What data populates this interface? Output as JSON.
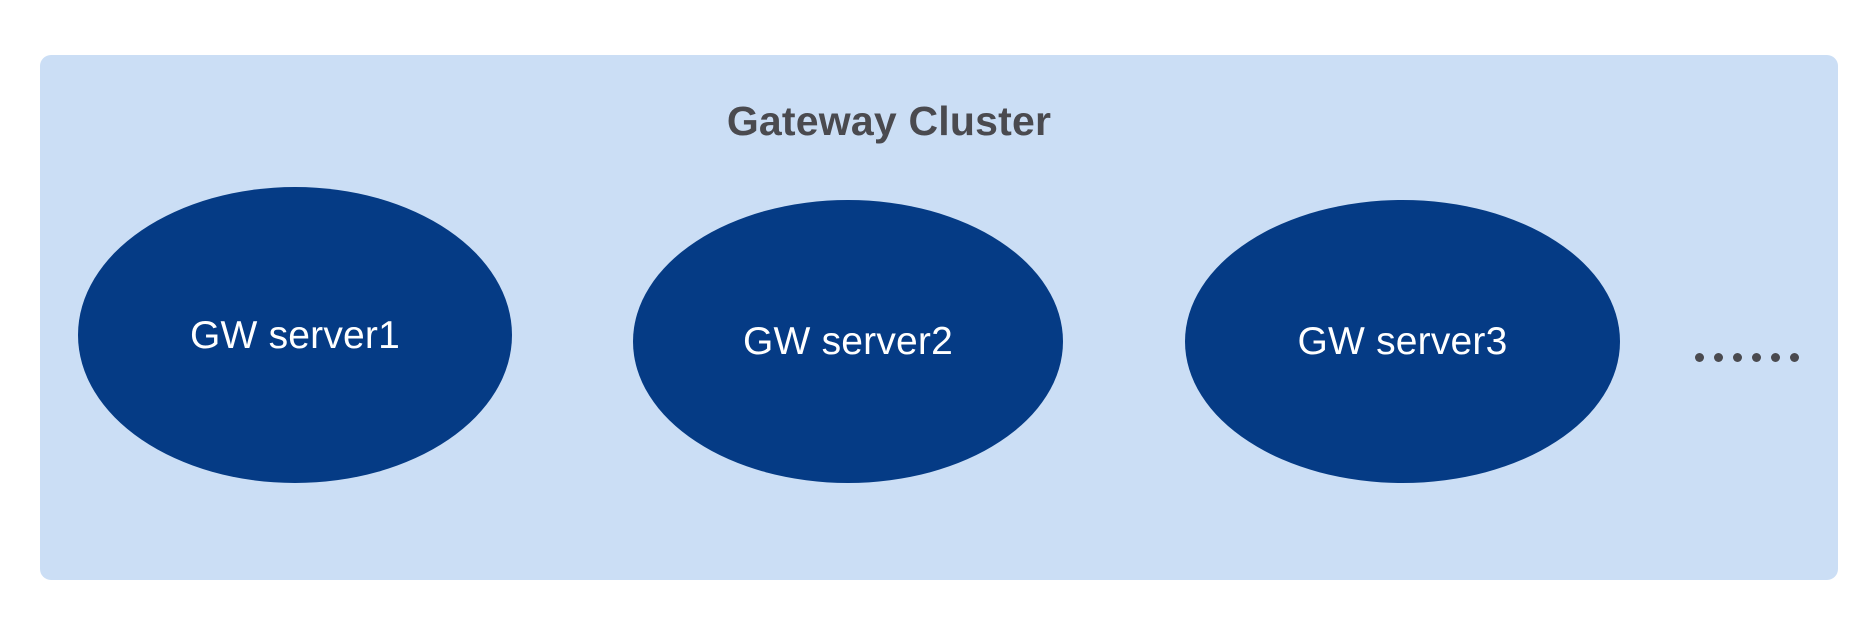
{
  "diagram": {
    "title": "Gateway Cluster",
    "panel": {
      "label": "Gateway Cluster",
      "background_color": "#cbdef5",
      "corner_radius": "11px"
    },
    "nodes": [
      {
        "label": "GW server1",
        "shape": "ellipse",
        "fill_color": "#053b85",
        "text_color": "#ffffff"
      },
      {
        "label": "GW server2",
        "shape": "ellipse",
        "fill_color": "#053b85",
        "text_color": "#ffffff"
      },
      {
        "label": "GW server3",
        "shape": "ellipse",
        "fill_color": "#053b85",
        "text_color": "#ffffff"
      }
    ],
    "continuation": {
      "symbol": "......",
      "dot_count": 6,
      "color": "#4a4a4f"
    },
    "colors": {
      "panel_background": "#cbdef5",
      "node_fill": "#053b85",
      "node_text": "#ffffff",
      "title_text": "#4a4a4f",
      "canvas_background": "#ffffff"
    }
  }
}
